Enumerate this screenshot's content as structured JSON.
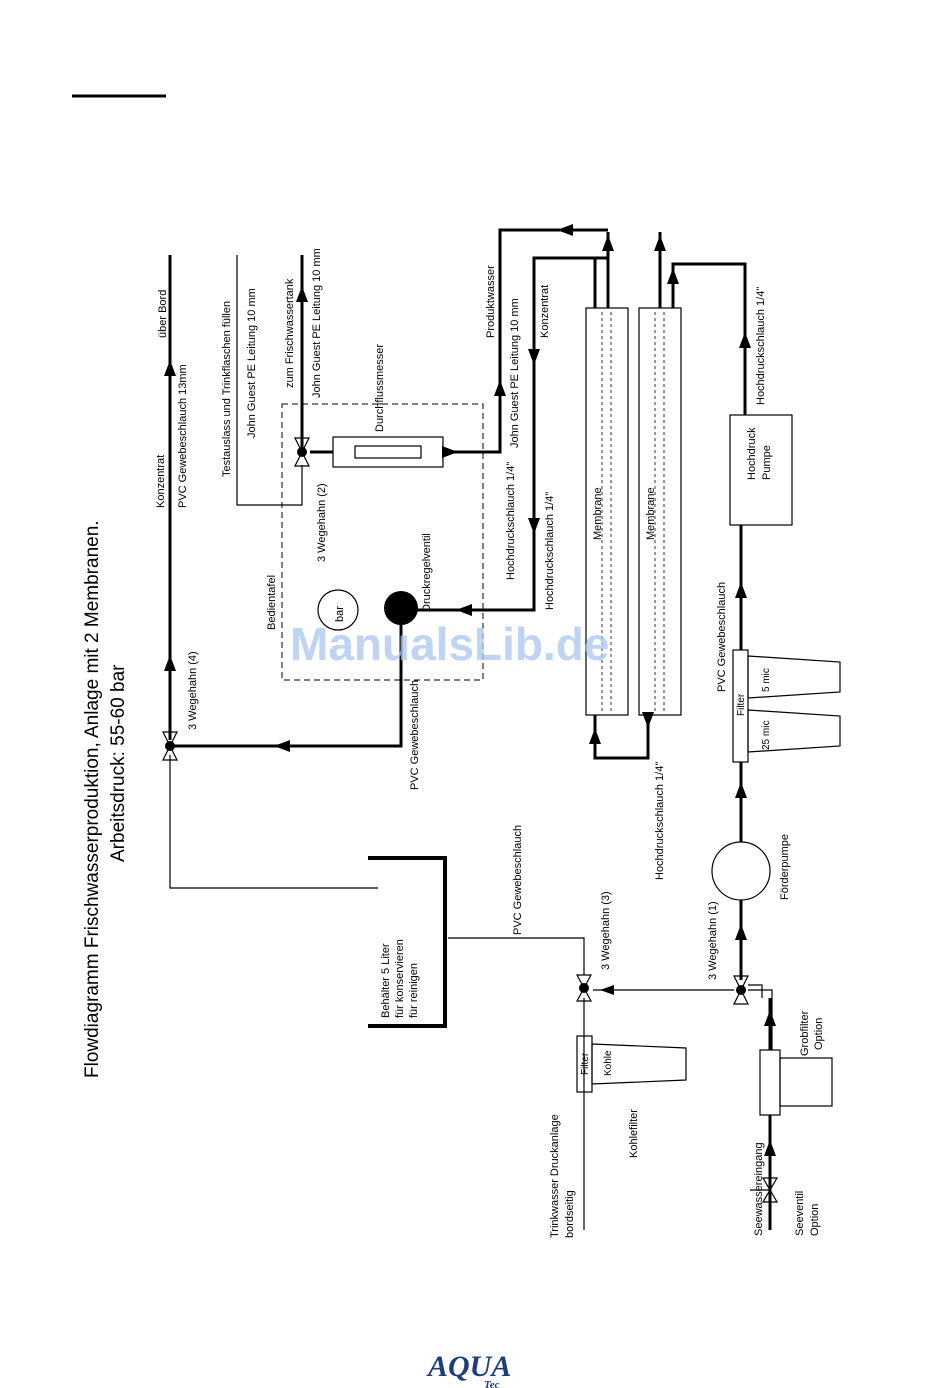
{
  "header": {
    "title": "Flowdiagramm Frischwasserproduktion, Anlage mit 2 Membranen.",
    "subtitle": "Arbeitsdruck: 55-60 bar"
  },
  "labels": {
    "ueber_bord": "über Bord",
    "konzentrat_top": "Konzentrat",
    "pvc_13mm": "PVC Gewebeschlauch 13mm",
    "testauslass": "Testauslass und Trinkflaschen füllen",
    "jg_10mm_a": "John Guest PE Leitung 10 mm",
    "zum_tank": "zum Frischwassertank",
    "jg_10mm_b": "John Guest PE Leitung 10 mm",
    "durchflussmesser": "Durchflussmesser",
    "wegehahn2": "3 Wegehahn (2)",
    "bedientafel": "Bedientafel",
    "bar": "bar",
    "druckregelventil": "Druckregelventil",
    "pvc_gewebe_left": "PVC Gewebeschlauch",
    "wegehahn4": "3 Wegehahn (4)",
    "produktwasser": "Produktwasser",
    "jg_10mm_c": "John Guest PE Leitung 10 mm",
    "konzentrat_right": "Konzentrat",
    "hd14_a": "Hochdruckschlauch 1/4\"",
    "hd14_b": "Hochdruckschlauch 1/4\"",
    "membrane1": "Membrane",
    "membrane2": "Membrane",
    "hd14_c": "Hochdruckschlauch 1/4\"",
    "hochdruck_pumpe_1": "Hochdruck",
    "hochdruck_pumpe_2": "Pumpe",
    "pvc_gewebe_right": "PVC Gewebeschlauch",
    "filter_right": "Filter",
    "mic5": "5 mic",
    "mic25": "25 mic",
    "hd14_d": "Hochdruckschlauch 1/4\"",
    "foerderpumpe": "Förderpumpe",
    "pvc_gewebe_mid": "PVC Gewebeschlauch",
    "wegehahn3": "3 Wegehahn (3)",
    "wegehahn1": "3 Wegehahn (1)",
    "behaelter_1": "Behälter 5 Liter",
    "behaelter_2": "für konservieren",
    "behaelter_3": "für reinigen",
    "filter_left": "Filter",
    "kohle": "Kohle",
    "kohlefilter": "Kohlefilter",
    "trinkwasser_1": "Trinkwasser Druckanlage",
    "trinkwasser_2": "bordseitig",
    "grobfilter_1": "Grobfilter",
    "grobfilter_2": "Option",
    "seewassereingang": "Seewassereingang",
    "seeventil_1": "Seeventil",
    "seeventil_2": "Option"
  },
  "watermark": "ManualsLib.de",
  "footer": {
    "logo_main": "AQUA",
    "logo_sub": "Tec"
  }
}
